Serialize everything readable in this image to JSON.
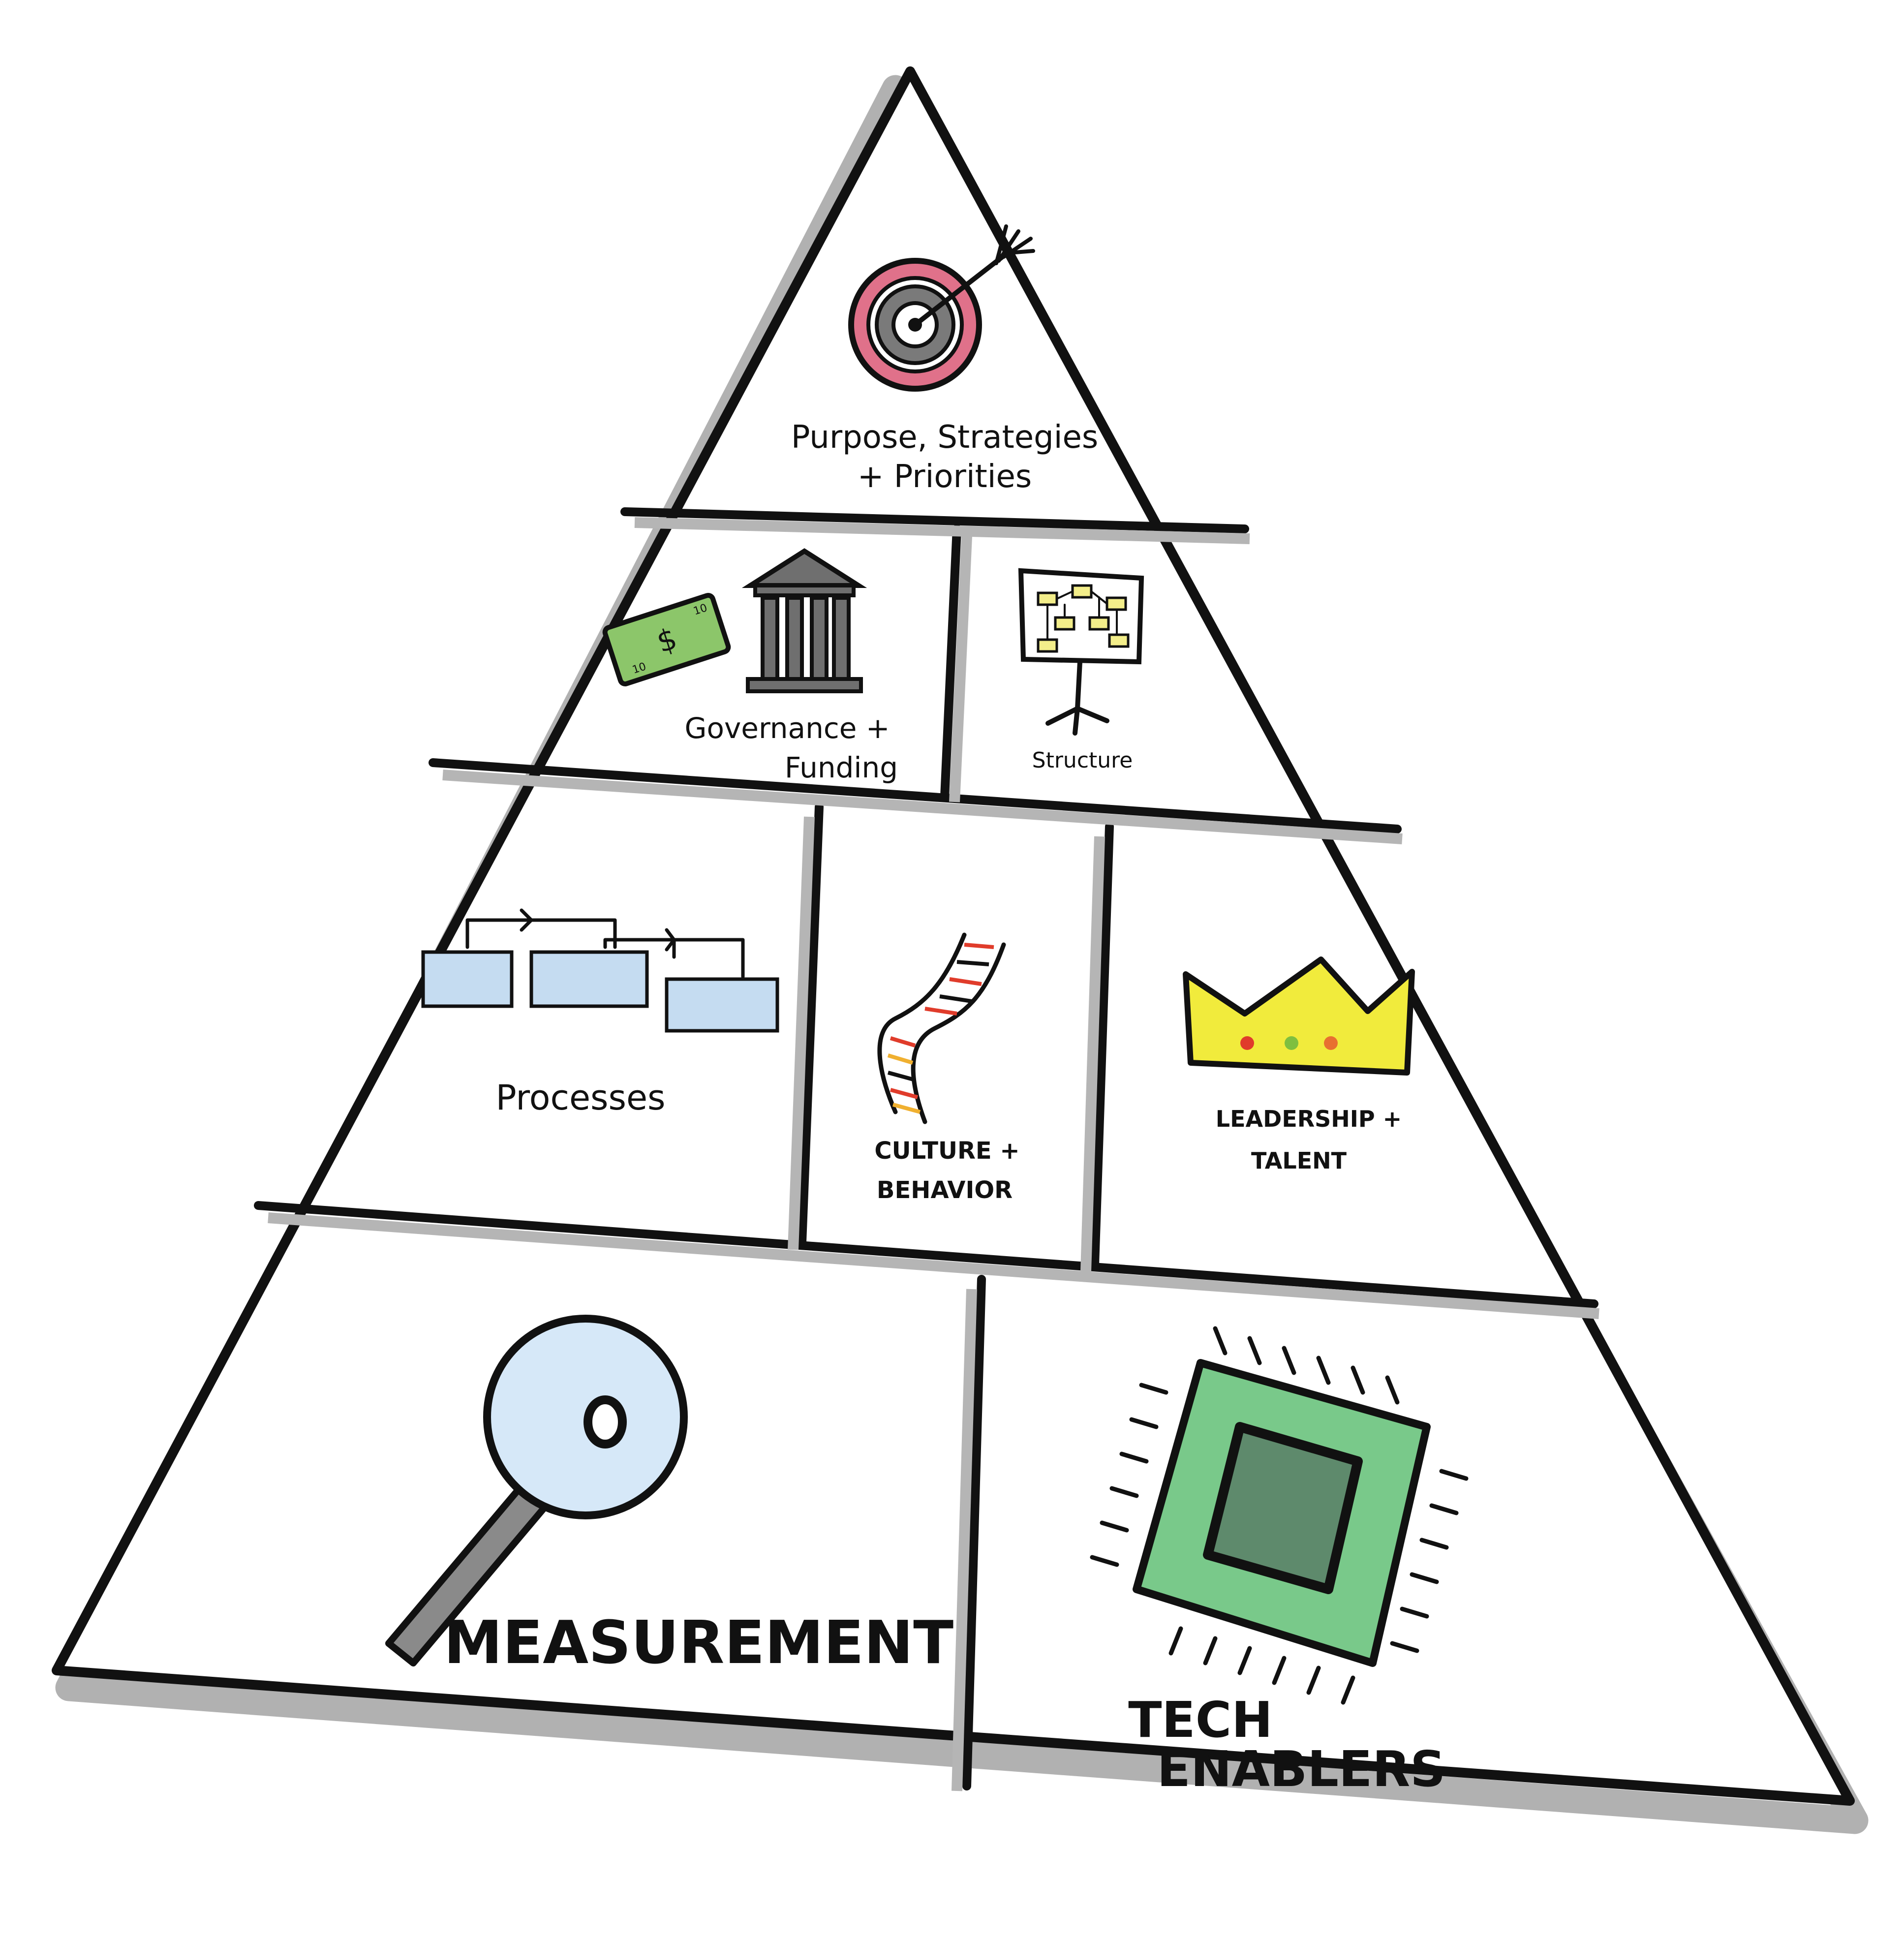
{
  "pyramid": {
    "tiers": [
      {
        "tier": "top",
        "sections": [
          {
            "key": "purpose",
            "label_lines": [
              "Purpose, Strategies",
              "+ Priorities"
            ],
            "icon": "target-with-arrow-icon"
          }
        ]
      },
      {
        "tier": "second",
        "sections": [
          {
            "key": "governance",
            "label_lines": [
              "Governance +",
              "Funding"
            ],
            "icon": "money-and-bank-icon"
          },
          {
            "key": "structure",
            "label_lines": [
              "Structure"
            ],
            "icon": "org-chart-easel-icon"
          }
        ]
      },
      {
        "tier": "third",
        "sections": [
          {
            "key": "processes",
            "label_lines": [
              "Processes"
            ],
            "icon": "process-flow-icon"
          },
          {
            "key": "culture",
            "label_lines": [
              "CULTURE +",
              "BEHAVIOR"
            ],
            "icon": "dna-helix-icon"
          },
          {
            "key": "leadership",
            "label_lines": [
              "LEADERSHIP +",
              "TALENT"
            ],
            "icon": "crown-icon"
          }
        ]
      },
      {
        "tier": "bottom",
        "sections": [
          {
            "key": "measurement",
            "label_lines": [
              "MEASUREMENT"
            ],
            "icon": "magnifying-glass-icon"
          },
          {
            "key": "tech",
            "label_lines": [
              "TECH",
              "ENABLERS"
            ],
            "icon": "microchip-icon"
          }
        ]
      }
    ]
  },
  "colors": {
    "outline": "#111111",
    "shadow": "#a8a8a8",
    "target_ring": "#e0718a",
    "money": "#8cc66a",
    "bank": "#6f6f6f",
    "sticky_note": "#f3ee8a",
    "process_box": "#c5dcf1",
    "crown": "#f1eb3c",
    "crown_gems": [
      "#e03c2b",
      "#7fbf3f",
      "#e87030"
    ],
    "lens": "#d6e8f8",
    "chip": "#79c98a",
    "chip_core": "#5e8a6c"
  }
}
